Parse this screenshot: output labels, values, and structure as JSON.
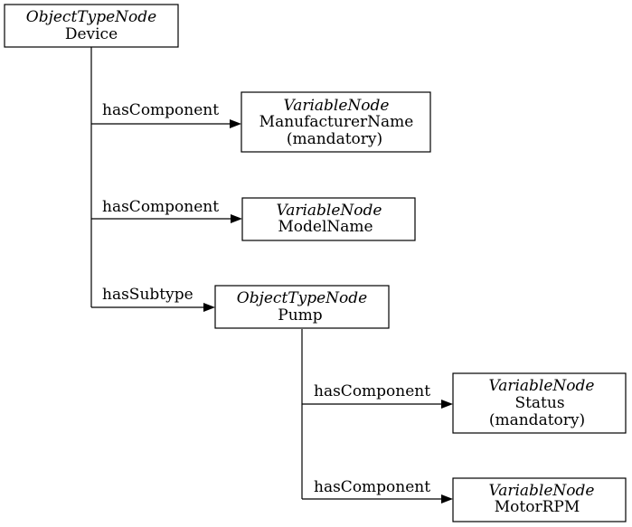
{
  "nodes": {
    "device": {
      "type": "ObjectTypeNode",
      "name": "Device"
    },
    "manufacturer_name": {
      "type": "VariableNode",
      "name": "ManufacturerName",
      "note": "(mandatory)"
    },
    "model_name": {
      "type": "VariableNode",
      "name": "ModelName"
    },
    "pump": {
      "type": "ObjectTypeNode",
      "name": "Pump"
    },
    "status": {
      "type": "VariableNode",
      "name": "Status",
      "note": "(mandatory)"
    },
    "motor_rpm": {
      "type": "VariableNode",
      "name": "MotorRPM"
    }
  },
  "edges": {
    "device_manufacturer": {
      "label": "hasComponent"
    },
    "device_model": {
      "label": "hasComponent"
    },
    "device_pump": {
      "label": "hasSubtype"
    },
    "pump_status": {
      "label": "hasComponent"
    },
    "pump_motor": {
      "label": "hasComponent"
    }
  }
}
